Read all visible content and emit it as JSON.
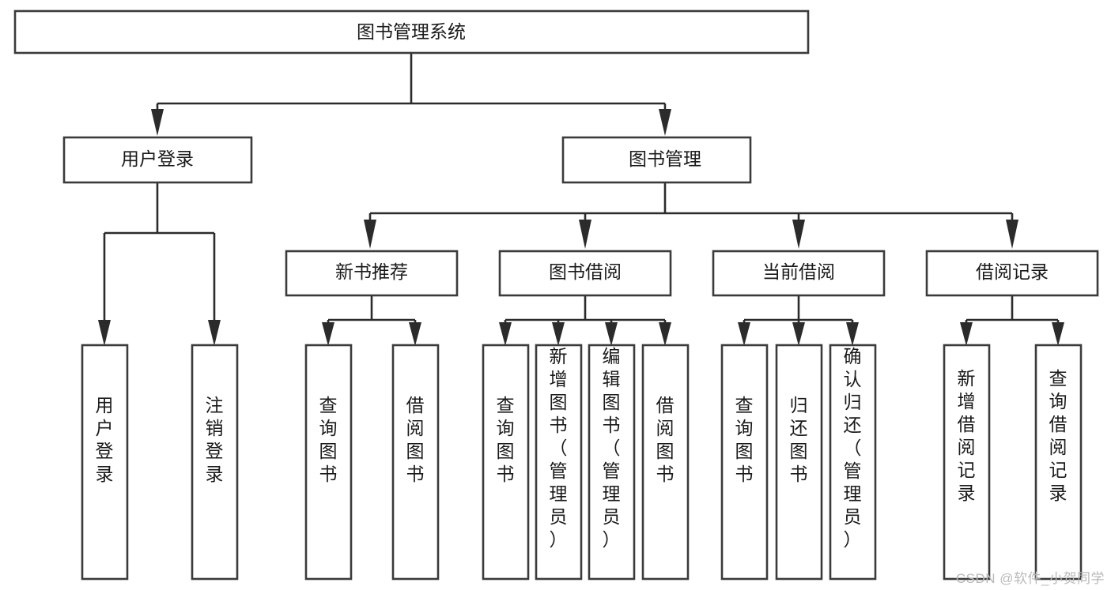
{
  "diagram": {
    "title": "图书管理系统",
    "type": "hierarchy-tree",
    "watermark": "CSDN @软件_小贺同学",
    "colors": {
      "box_stroke": "#3b3b3b",
      "line": "#2b2b2b",
      "text": "#1a1a1a",
      "background": "#ffffff",
      "watermark": "#b9b9b9"
    },
    "root": {
      "label": "图书管理系统"
    },
    "level2": [
      {
        "label": "用户登录"
      },
      {
        "label": "图书管理"
      }
    ],
    "level3": [
      {
        "label": "新书推荐"
      },
      {
        "label": "图书借阅"
      },
      {
        "label": "当前借阅"
      },
      {
        "label": "借阅记录"
      }
    ],
    "leaves": {
      "user_login": [
        {
          "label": "用户登录"
        },
        {
          "label": "注销登录"
        }
      ],
      "new_book_recommend": [
        {
          "label": "查询图书"
        },
        {
          "label": "借阅图书"
        }
      ],
      "book_borrow": [
        {
          "label": "查询图书"
        },
        {
          "label": "新增图书（管理员）"
        },
        {
          "label": "编辑图书（管理员）"
        },
        {
          "label": "借阅图书"
        }
      ],
      "current_borrow": [
        {
          "label": "查询图书"
        },
        {
          "label": "归还图书"
        },
        {
          "label": "确认归还（管理员）"
        }
      ],
      "borrow_record": [
        {
          "label": "新增借阅记录"
        },
        {
          "label": "查询借阅记录"
        }
      ]
    }
  }
}
